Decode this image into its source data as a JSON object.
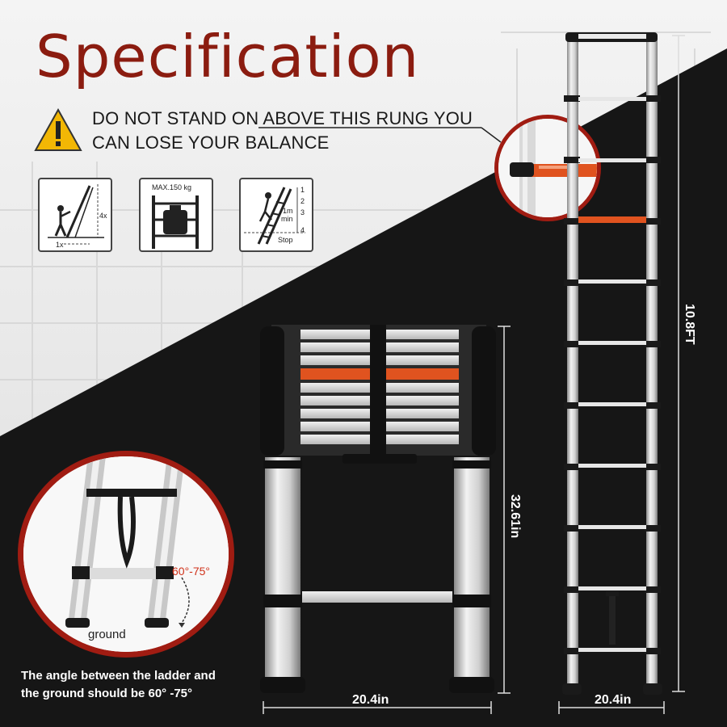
{
  "header": {
    "title": "Specification"
  },
  "warning": {
    "line1": "DO NOT STAND ON ABOVE THIS RUNG YOU",
    "line2": "CAN LOSE YOUR BALANCE"
  },
  "icons": {
    "angle_ratio": {
      "height_label": "4x",
      "base_label": "1x"
    },
    "max_load": {
      "label": "MAX.150 kg"
    },
    "climb": {
      "steps": [
        "1",
        "2",
        "3",
        "4"
      ],
      "min_label": "1m",
      "min_label2": "min",
      "stop_label": "Stop"
    }
  },
  "callout_angle": {
    "angle": "60°-75°",
    "ground": "ground"
  },
  "caption": {
    "line1": "The angle between the ladder and",
    "line2": "the ground should be 60° -75°"
  },
  "dimensions": {
    "collapsed_height": "32.61in",
    "collapsed_width": "20.4in",
    "extended_height": "10.8FT",
    "extended_width": "20.4in"
  },
  "colors": {
    "title": "#8b1c10",
    "accent_orange": "#e0531f",
    "callout_border": "#a01c12",
    "dark_bg": "#161616"
  }
}
